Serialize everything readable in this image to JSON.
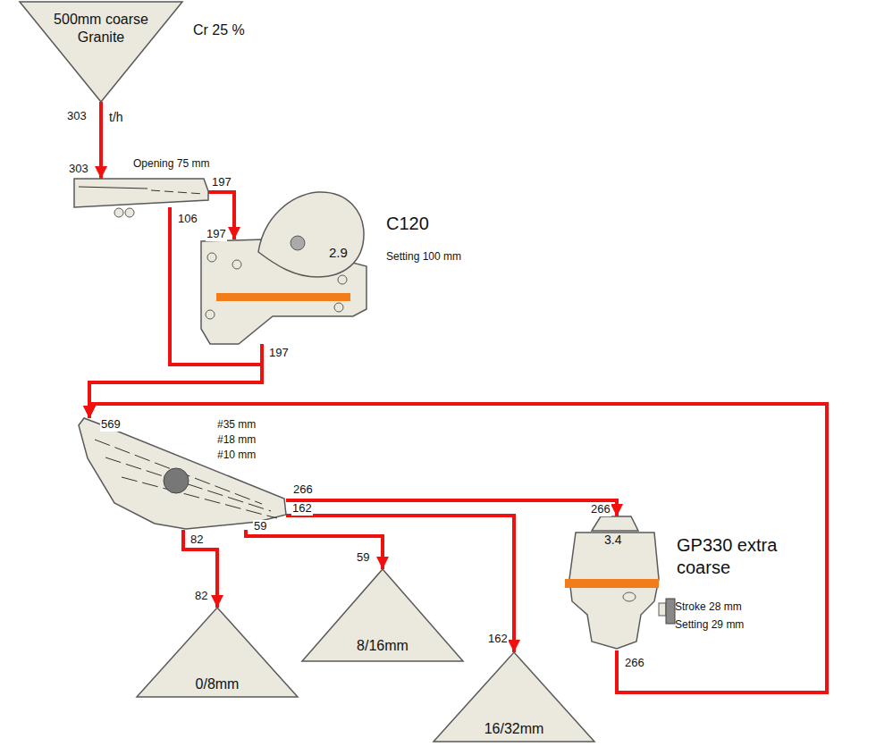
{
  "diagram": {
    "nodes": [
      {
        "text": [
          "500mm coarse Granite"
        ]
      },
      {
        "text": [
          "Opening 75 mm"
        ]
      },
      {
        "text": [
          "2.9",
          "C120",
          "Setting 100 mm"
        ]
      },
      {
        "text": [
          "#35 mm",
          "#18 mm",
          "#10 mm"
        ]
      },
      {
        "text": [
          "3.4",
          "GP330 extra coarse",
          "Stroke 28 mm",
          "Setting 29 mm"
        ]
      },
      {
        "text": [
          "0/8mm"
        ]
      },
      {
        "text": [
          "8/16mm"
        ]
      },
      {
        "text": [
          "16/32mm"
        ]
      }
    ],
    "edges": [
      {
        "from": 0,
        "to": 1,
        "arrow": "to",
        "label": "303"
      },
      {
        "from": 1,
        "to": 2,
        "arrow": "to",
        "label": "197"
      },
      {
        "from": 1,
        "to": 3,
        "arrow": "to",
        "label": "106"
      },
      {
        "from": 2,
        "to": 3,
        "arrow": "to",
        "label": "197"
      },
      {
        "from": 3,
        "to": 4,
        "arrow": "to",
        "label": "266"
      },
      {
        "from": 4,
        "to": 3,
        "arrow": "to",
        "label": "266"
      },
      {
        "from": 3,
        "to": 5,
        "arrow": "to",
        "label": "82"
      },
      {
        "from": 3,
        "to": 6,
        "arrow": "to",
        "label": "59"
      },
      {
        "from": 3,
        "to": 7,
        "arrow": "to",
        "label": "162"
      }
    ],
    "labels": [
      "Cr 25 %",
      "t/h",
      "303",
      "197",
      "266",
      "569",
      "82",
      "59",
      "162"
    ]
  }
}
